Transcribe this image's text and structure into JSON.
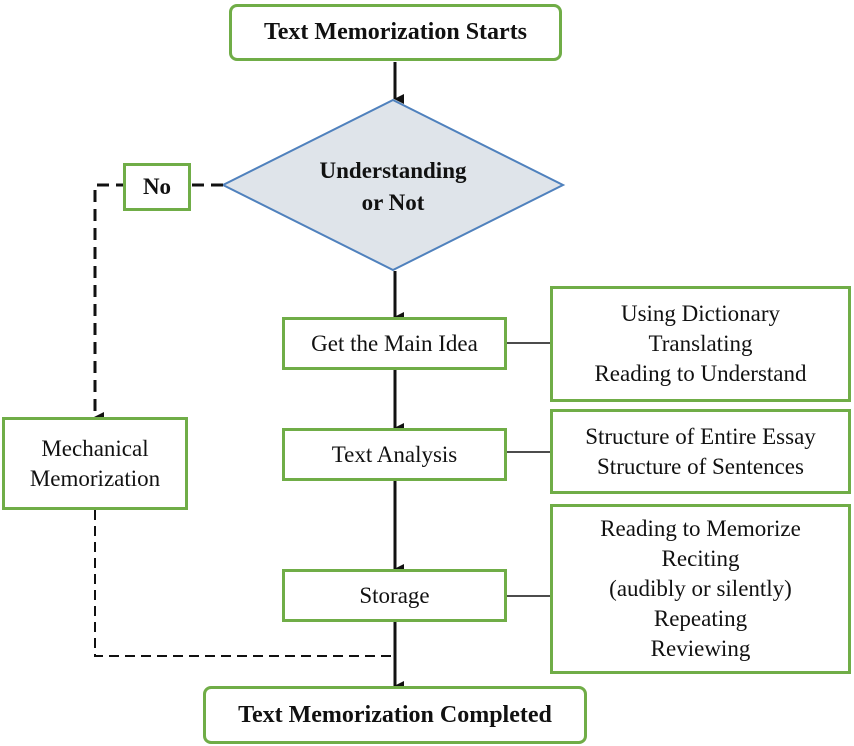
{
  "flow": {
    "start": "Text Memorization Starts",
    "decision": "Understanding\nor Not",
    "no_label": "No",
    "main_idea": "Get the Main Idea",
    "analysis": "Text Analysis",
    "storage": "Storage",
    "mechanical": "Mechanical\nMemorization",
    "end": "Text Memorization Completed"
  },
  "notes": {
    "main_idea": "Using Dictionary\nTranslating\nReading to Understand",
    "analysis": "Structure of Entire Essay\nStructure of Sentences",
    "storage": "Reading to Memorize\nReciting\n(audibly or silently)\nRepeating\nReviewing"
  },
  "colors": {
    "box_border": "#70ad47",
    "diamond_fill": "#dfe4ea",
    "diamond_border": "#4f81bd",
    "arrow": "#111111"
  }
}
